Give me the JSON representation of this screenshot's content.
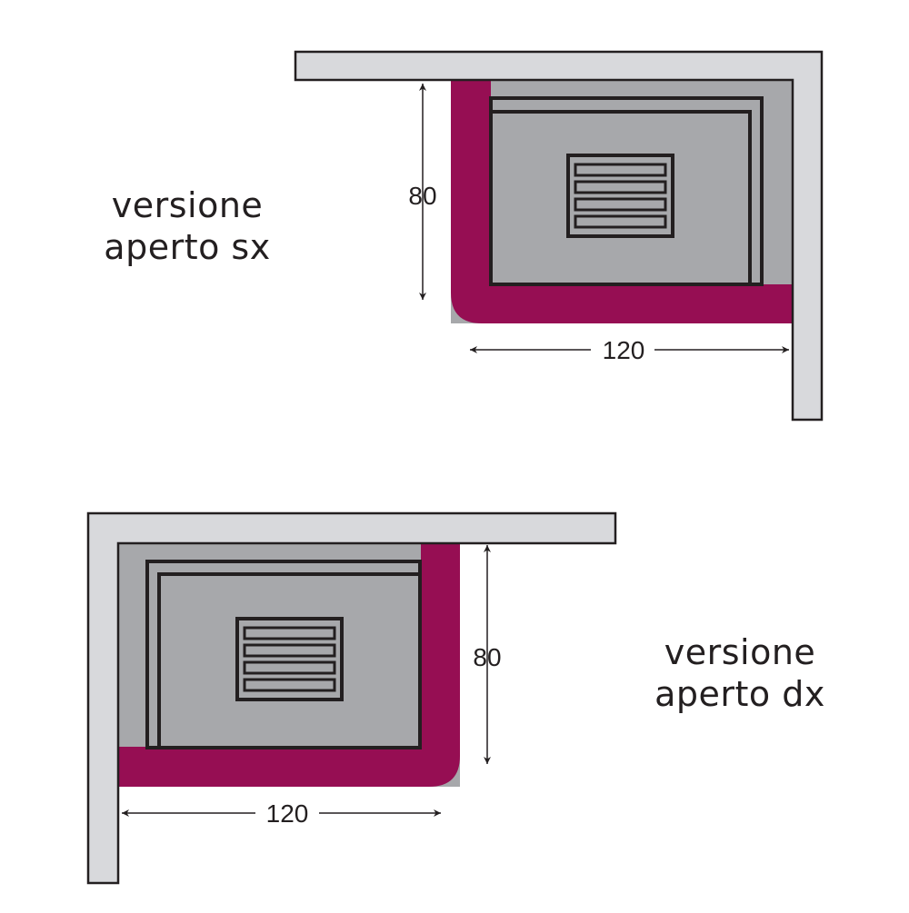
{
  "diagrams": [
    {
      "id": "sx",
      "caption_line1": "versione",
      "caption_line2": "aperto sx",
      "depth_label": "80",
      "width_label": "120"
    },
    {
      "id": "dx",
      "caption_line1": "versione",
      "caption_line2": "aperto dx",
      "depth_label": "80",
      "width_label": "120"
    }
  ],
  "colors": {
    "wall": "#d8d9dc",
    "outline": "#231f20",
    "floor": "#a7a8ab",
    "sofa_frame": "#960e53",
    "cushion": "#a7a8ab"
  }
}
